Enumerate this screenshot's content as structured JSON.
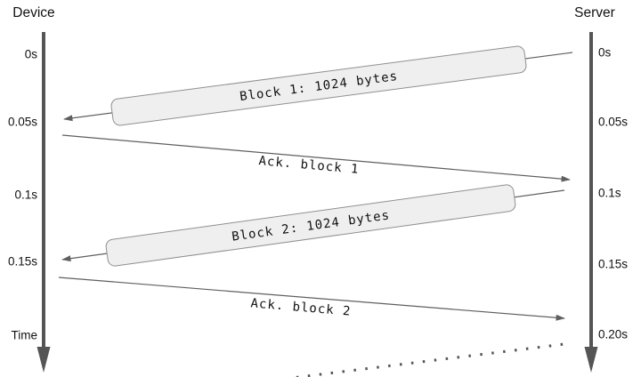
{
  "actors": {
    "left": "Device",
    "right": "Server"
  },
  "time_axis": {
    "label": "Time"
  },
  "left_ticks": [
    "0s",
    "0.05s",
    "0.1s",
    "0.15s"
  ],
  "right_ticks": [
    "0s",
    "0.05s",
    "0.1s",
    "0.15s",
    "0.20s"
  ],
  "messages": [
    {
      "label": "Block 1: 1024 bytes",
      "kind": "data-block",
      "direction": "server-to-device"
    },
    {
      "label": "Ack. block 1",
      "kind": "ack",
      "direction": "device-to-server"
    },
    {
      "label": "Block 2: 1024 bytes",
      "kind": "data-block",
      "direction": "server-to-device"
    },
    {
      "label": "Ack. block 2",
      "kind": "ack",
      "direction": "device-to-server"
    }
  ],
  "colors": {
    "lifeline": "#555555",
    "message_line": "#5f5f5f",
    "block_fill": "#efefef",
    "block_stroke": "#909090",
    "text": "#111111"
  }
}
